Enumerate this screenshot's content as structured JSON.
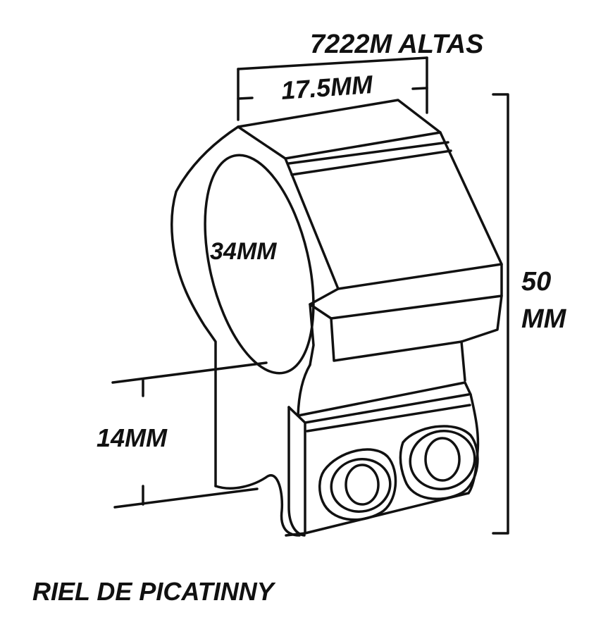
{
  "diagram": {
    "model_label": "7222M ALTAS",
    "width_label": "17.5MM",
    "tube_label": "34MM",
    "height_label_line1": "50",
    "height_label_line2": "MM",
    "rail_height_label": "14MM",
    "base_label": "RIEL DE PICATINNY",
    "colors": {
      "ink": "#111111",
      "background": "#ffffff"
    }
  }
}
